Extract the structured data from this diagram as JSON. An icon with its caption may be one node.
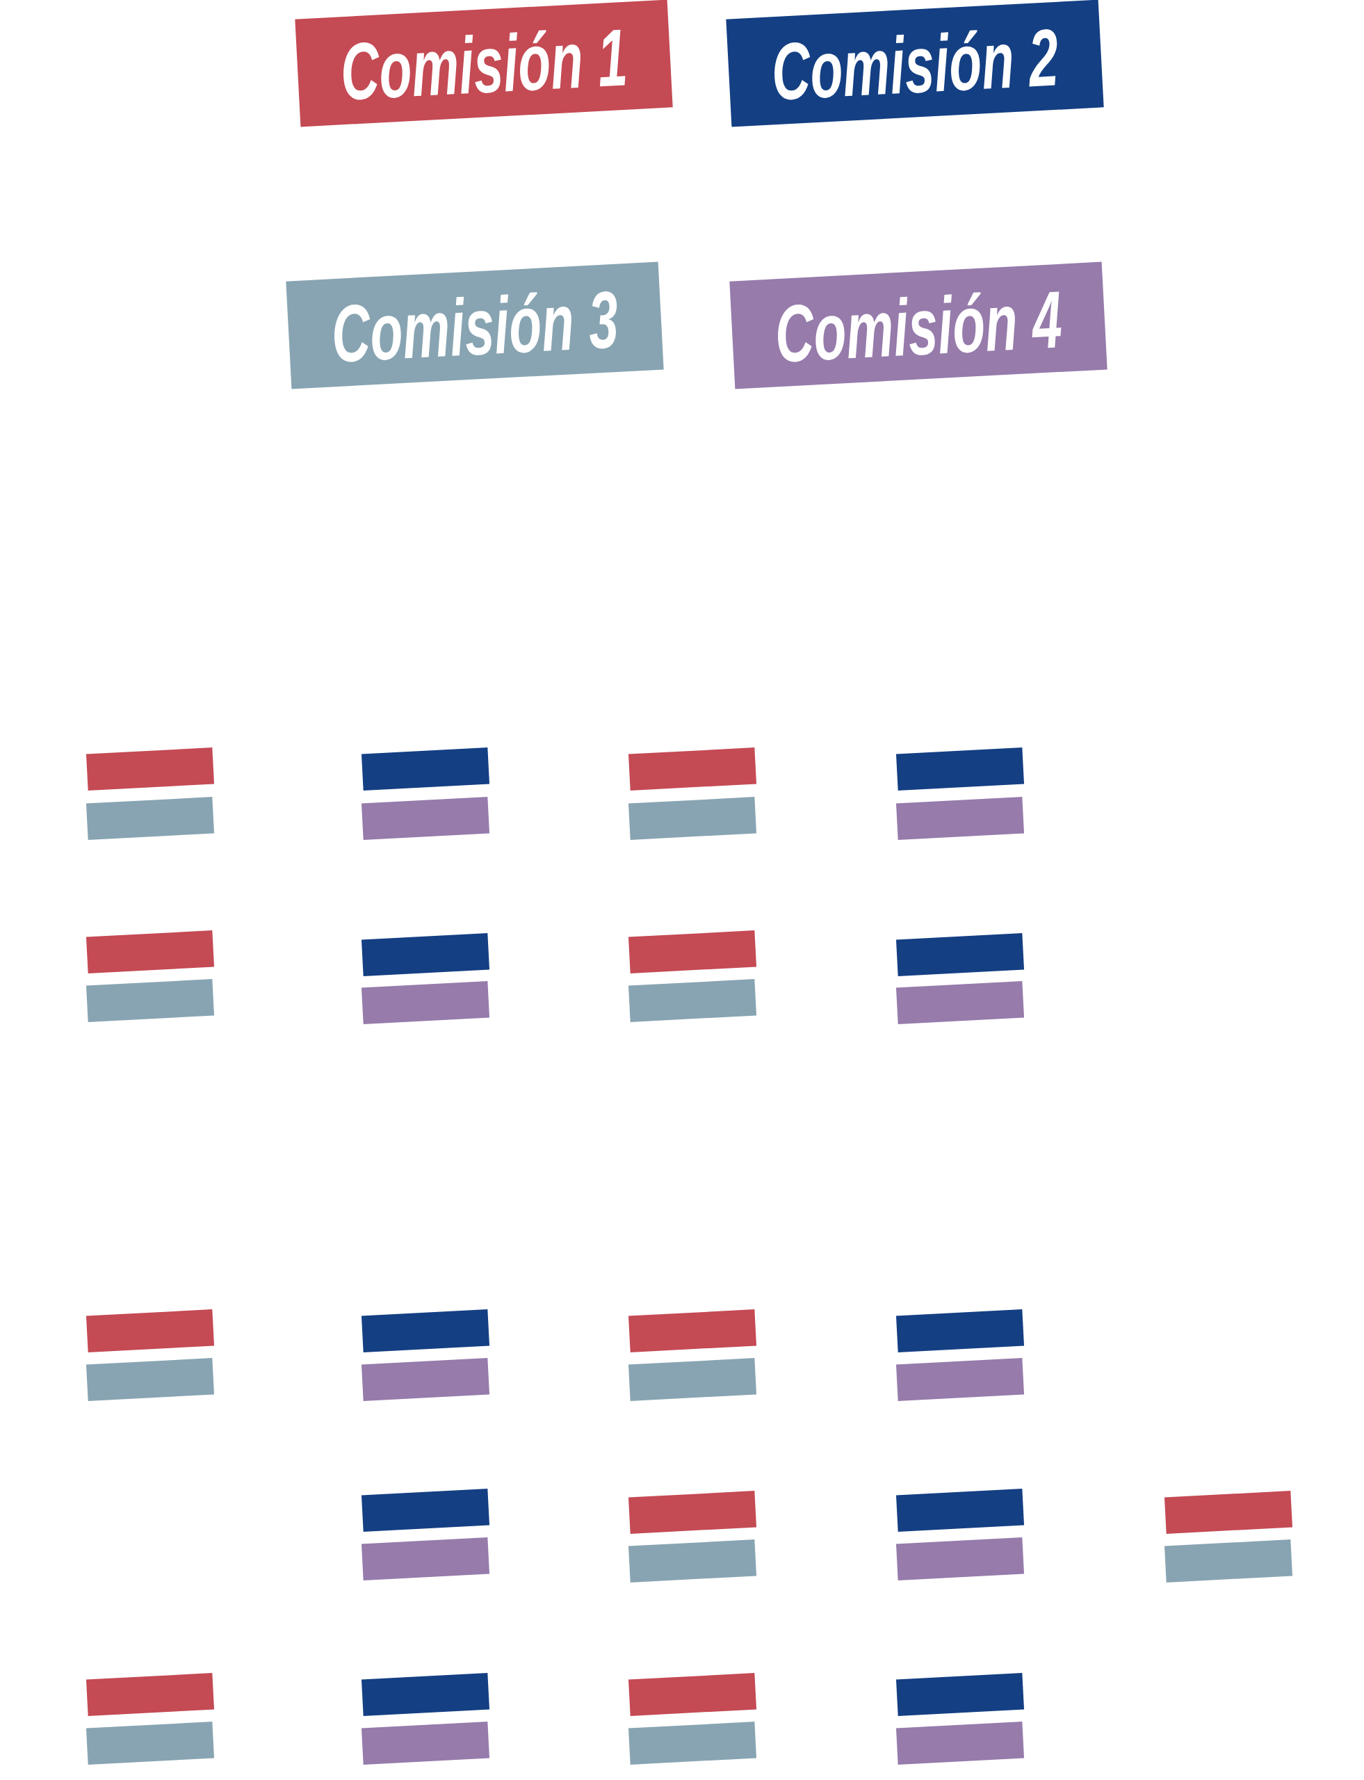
{
  "diagram": {
    "nodes": [
      {
        "text": [
          "Comisión 1"
        ]
      },
      {
        "text": [
          "Comisión 2"
        ]
      },
      {
        "text": [
          "Comisión 3"
        ]
      },
      {
        "text": [
          "Comisión 4"
        ]
      },
      {
        "text": [],
        "shape": "bar"
      },
      {
        "text": [],
        "shape": "bar"
      },
      {
        "text": [],
        "shape": "bar"
      },
      {
        "text": [],
        "shape": "bar"
      },
      {
        "text": [],
        "shape": "bar"
      },
      {
        "text": [],
        "shape": "bar"
      },
      {
        "text": [],
        "shape": "bar"
      },
      {
        "text": [],
        "shape": "bar"
      },
      {
        "text": [],
        "shape": "bar"
      },
      {
        "text": [],
        "shape": "bar"
      },
      {
        "text": [],
        "shape": "bar"
      },
      {
        "text": [],
        "shape": "bar"
      },
      {
        "text": [],
        "shape": "bar"
      },
      {
        "text": [],
        "shape": "bar"
      },
      {
        "text": [],
        "shape": "bar"
      },
      {
        "text": [],
        "shape": "bar"
      },
      {
        "text": [],
        "shape": "bar"
      },
      {
        "text": [],
        "shape": "bar"
      },
      {
        "text": [],
        "shape": "bar"
      },
      {
        "text": [],
        "shape": "bar"
      },
      {
        "text": [],
        "shape": "bar"
      },
      {
        "text": [],
        "shape": "bar"
      },
      {
        "text": [],
        "shape": "bar"
      },
      {
        "text": [],
        "shape": "bar"
      },
      {
        "text": [],
        "shape": "bar"
      },
      {
        "text": [],
        "shape": "bar"
      },
      {
        "text": [],
        "shape": "bar"
      },
      {
        "text": [],
        "shape": "bar"
      },
      {
        "text": [],
        "shape": "bar"
      },
      {
        "text": [],
        "shape": "bar"
      },
      {
        "text": [],
        "shape": "bar"
      },
      {
        "text": [],
        "shape": "bar"
      },
      {
        "text": [],
        "shape": "bar"
      },
      {
        "text": [],
        "shape": "bar"
      },
      {
        "text": [],
        "shape": "bar"
      },
      {
        "text": [],
        "shape": "bar"
      },
      {
        "text": [],
        "shape": "bar"
      },
      {
        "text": [],
        "shape": "bar"
      },
      {
        "text": [],
        "shape": "bar"
      },
      {
        "text": [],
        "shape": "bar"
      }
    ]
  }
}
